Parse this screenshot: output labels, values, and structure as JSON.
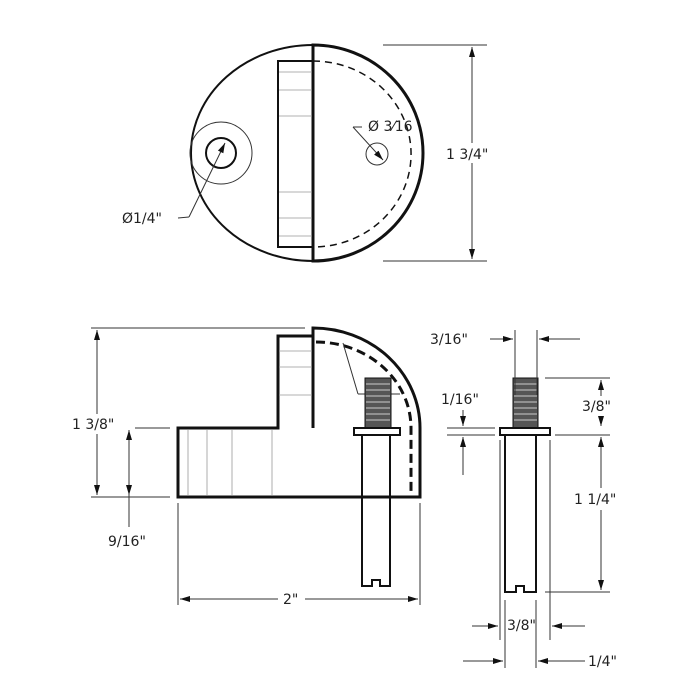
{
  "top_view": {
    "dim_hole_large": "Ø1/4\"",
    "dim_hole_small": "Ø 3⁄16",
    "dim_height": "1 3/4\""
  },
  "side_view": {
    "dim_total_height": "1 3/8\"",
    "dim_base_height": "9/16\"",
    "dim_width": "2\""
  },
  "pin_view": {
    "dim_thread_dia": "3/16\"",
    "dim_flange_thickness": "1/16\"",
    "dim_thread_length": "3/8\"",
    "dim_shaft_length": "1 1/4\"",
    "dim_flange_dia": "3/8\"",
    "dim_shaft_dia": "1/4\""
  }
}
